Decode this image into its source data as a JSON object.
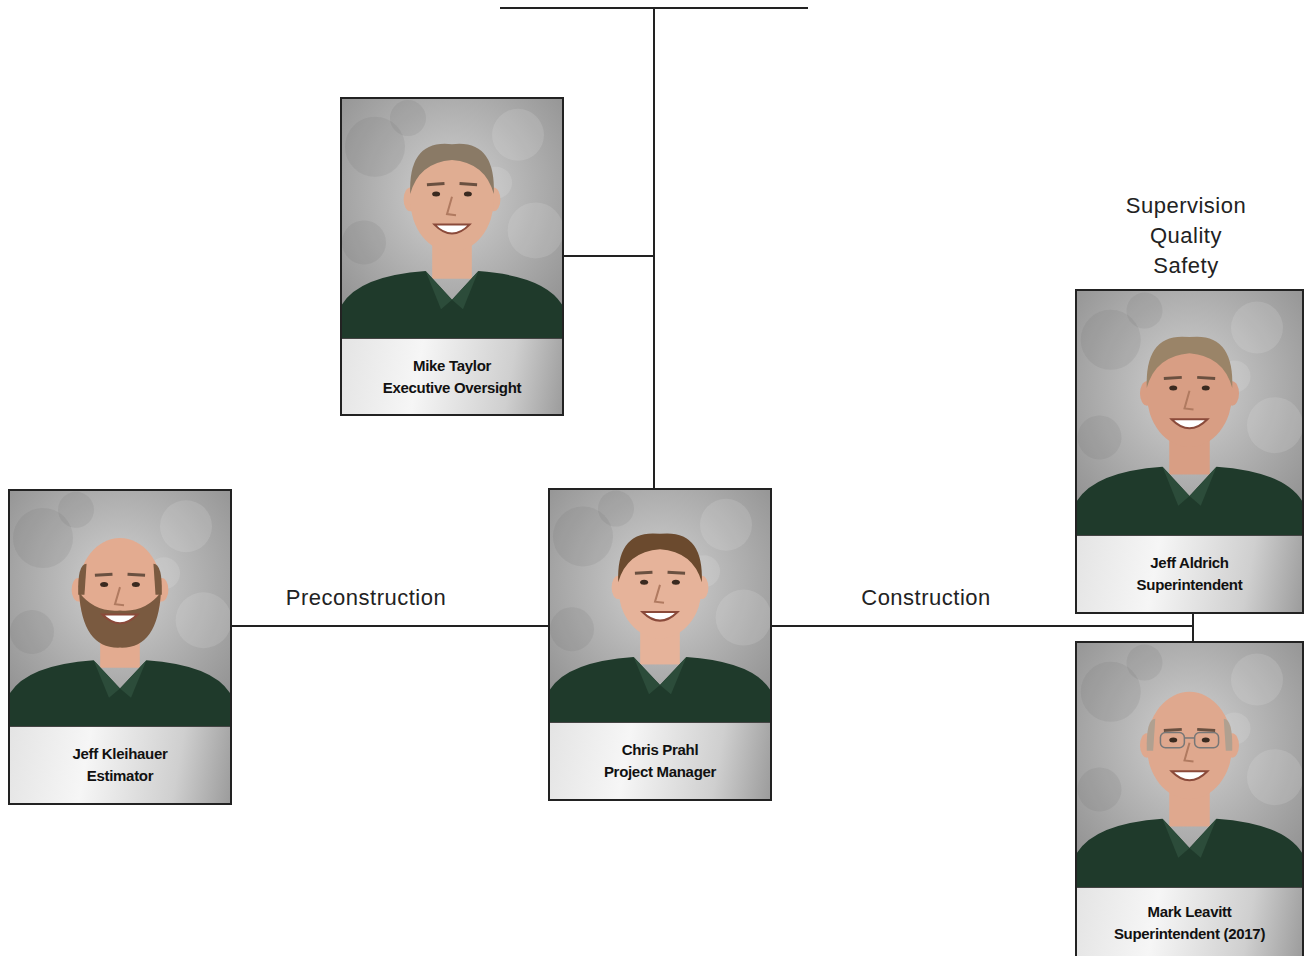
{
  "diagram": {
    "nodes": [
      {
        "text": [
          "Mike Taylor",
          "Executive Oversight"
        ]
      },
      {
        "text": [
          "Jeff Aldrich",
          "Superintendent"
        ]
      },
      {
        "text": [
          "Jeff Kleihauer",
          "Estimator"
        ]
      },
      {
        "text": [
          "Chris Prahl",
          "Project Manager"
        ]
      },
      {
        "text": [
          "Mark Leavitt",
          "Superintendent (2017)"
        ]
      }
    ],
    "edges": [
      {
        "from": 0,
        "to": 3,
        "arrow": "none"
      },
      {
        "from": 3,
        "to": 2,
        "label": "Preconstruction",
        "arrow": "none"
      },
      {
        "from": 3,
        "to": 1,
        "label": "Construction",
        "arrow": "none"
      },
      {
        "from": 3,
        "to": 4,
        "arrow": "none"
      }
    ],
    "labels": [
      "Supervision Quality Safety"
    ]
  }
}
